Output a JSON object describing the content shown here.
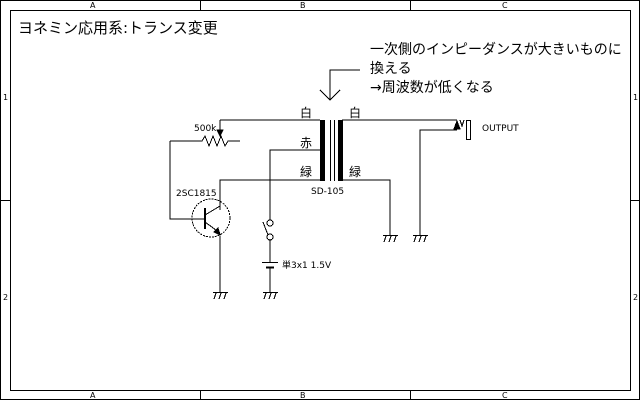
{
  "title": "ヨネミン応用系:トランス変更",
  "frame": {
    "columns": [
      "A",
      "B",
      "C"
    ],
    "rows": [
      "1",
      "2"
    ]
  },
  "annotation": {
    "lines": [
      "一次側のインピーダンスが大きいものに",
      "換える",
      "→周波数が低くなる"
    ]
  },
  "components": {
    "potentiometer": "500k",
    "transistor": "2SC1815",
    "transformer": "SD-105",
    "battery": "単3x1 1.5V",
    "output_jack": "OUTPUT"
  },
  "wire_labels": {
    "primary_top": "白",
    "primary_mid": "赤",
    "primary_bottom": "緑",
    "secondary_top": "白",
    "secondary_bottom": "緑"
  }
}
